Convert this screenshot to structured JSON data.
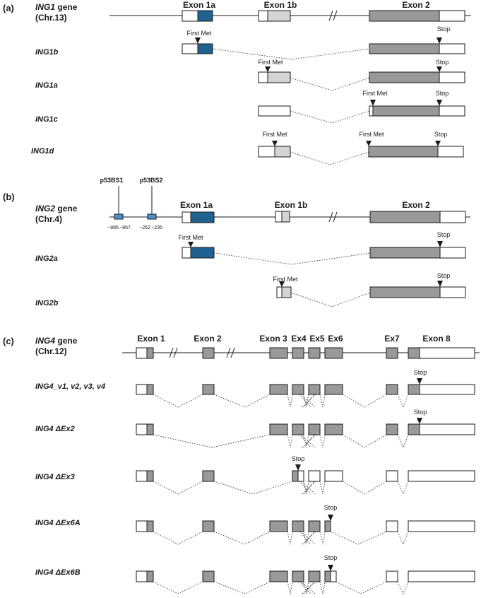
{
  "panels": {
    "a": {
      "label": "(a)",
      "gene_name": "ING1",
      "gene_word": "gene",
      "chrom": "(Chr.13)",
      "exons": [
        "Exon 1a",
        "Exon 1b",
        "Exon 2"
      ],
      "isoforms": [
        "ING1b",
        "ING1a",
        "ING1c",
        "ING1d"
      ]
    },
    "b": {
      "label": "(b)",
      "gene_name": "ING2",
      "gene_word": "gene",
      "chrom": "(Chr.4)",
      "exons": [
        "Exon 1a",
        "Exon 1b",
        "Exon 2"
      ],
      "binding_sites": [
        "p53BS1",
        "p53BS2"
      ],
      "bs_positions": [
        "−885",
        "−857",
        "−262",
        "−235"
      ],
      "isoforms": [
        "ING2a",
        "ING2b"
      ]
    },
    "c": {
      "label": "(c)",
      "gene_name": "ING4",
      "gene_word": "gene",
      "chrom": "(Chr.12)",
      "exons": [
        "Exon 1",
        "Exon 2",
        "Exon 3",
        "Ex4",
        "Ex5",
        "Ex6",
        "Ex7",
        "Exon 8"
      ],
      "isoforms": [
        "ING4_v1, v2, v3, v4",
        "ING4 ΔEx2",
        "ING4 ΔEx3",
        "ING4 ΔEx6A",
        "ING4 ΔEx6B"
      ]
    }
  },
  "markers": {
    "first_met": "First Met",
    "stop": "Stop"
  },
  "colors": {
    "blue": "#1f628f",
    "light_gray": "#d4d4d4",
    "gray": "#999999",
    "bs_blue": "#4b8fcf",
    "line": "#1a1a1a"
  }
}
